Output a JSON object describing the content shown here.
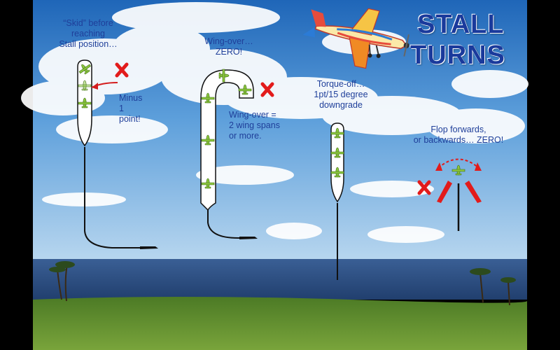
{
  "title": {
    "line1": "STALL",
    "line2": "TURNS"
  },
  "labels": {
    "skid": [
      "“Skid” before",
      "reaching",
      "Stall position…"
    ],
    "minus": [
      "Minus",
      "1",
      "point!"
    ],
    "wingover_zero": [
      "Wing-over…",
      "ZERO!"
    ],
    "wingover_def": [
      "Wing-over =",
      "2 wing spans",
      "or more."
    ],
    "torque": [
      "Torque-off…",
      "1pt/15 degree",
      "downgrade"
    ],
    "flop": [
      "Flop forwards,",
      "or backwards… ZERO!"
    ]
  },
  "colors": {
    "label_blue": "#1f3f9a",
    "cross_red": "#e21b1b",
    "plane_green": "#8cc63f",
    "path_black": "#111111",
    "sky_top": "#1f66b8",
    "sea": "#2a4f85",
    "grass": "#5f8a2e"
  },
  "icons": [
    "airplane-icon",
    "cross-mark-icon",
    "palm-tree-icon",
    "red-arrow-icon"
  ]
}
